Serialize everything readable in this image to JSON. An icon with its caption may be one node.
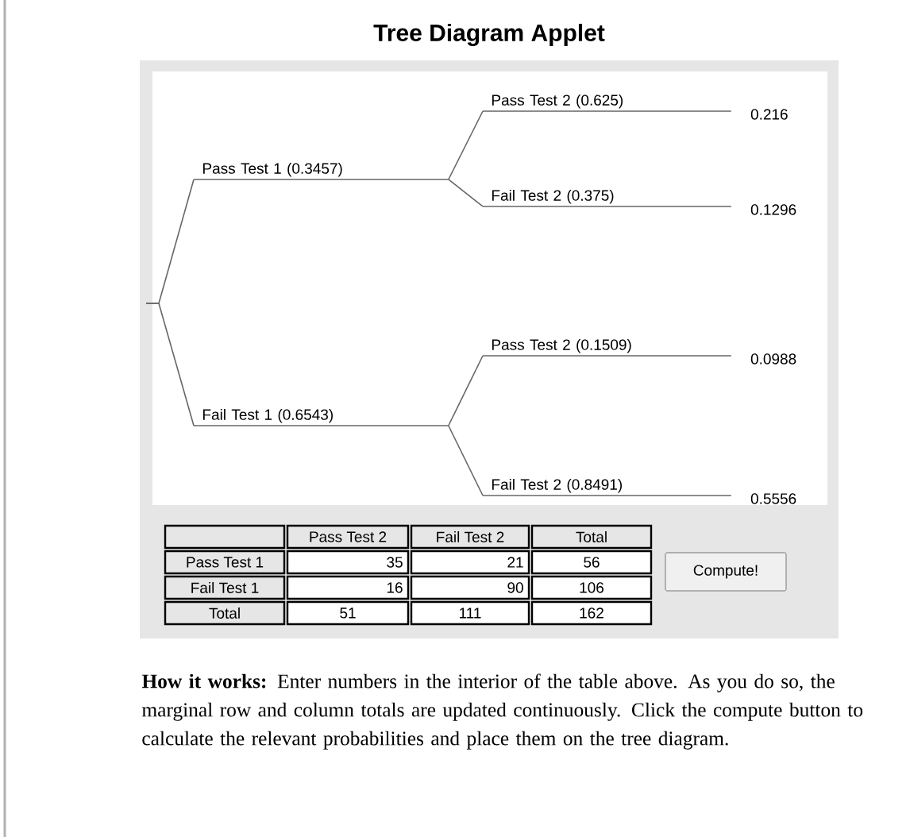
{
  "diagram": {
    "title": "Tree Diagram Applet",
    "caption": "**How it works:** Enter numbers in the interior of the table above. As you do so, the marginal row and column totals are updated continuously. Click the compute button to calculate the relevant probabilities and place them on the tree diagram.",
    "nodes": [
      {
        "text": [
          "Pass Test 1  (0.3457)"
        ]
      },
      {
        "text": [
          "Fail Test 1  (0.6543)"
        ]
      },
      {
        "text": [
          "Pass Test 2  (0.625)"
        ],
        "beside": [
          "0.216"
        ]
      },
      {
        "text": [
          "Fail Test 2  (0.375)"
        ],
        "beside": [
          "0.1296"
        ]
      },
      {
        "text": [
          "Pass Test 2  (0.1509)"
        ],
        "beside": [
          "0.0988"
        ]
      },
      {
        "text": [
          "Fail Test 2  (0.8491)"
        ],
        "beside": [
          "0.5556"
        ]
      }
    ],
    "edges": [
      {
        "from": null,
        "to": 0,
        "arrow": "none"
      },
      {
        "from": null,
        "to": 1,
        "arrow": "none"
      },
      {
        "from": 0,
        "to": 2,
        "arrow": "none"
      },
      {
        "from": 0,
        "to": 3,
        "arrow": "none"
      },
      {
        "from": 1,
        "to": 4,
        "arrow": "none"
      },
      {
        "from": 1,
        "to": 5,
        "arrow": "none"
      }
    ],
    "labels": [
      "Pass Test 2",
      "Fail Test 2",
      "Total",
      "Pass Test 1",
      "35",
      "21",
      "56",
      "Fail Test 1",
      "16",
      "90",
      "106",
      "Total",
      "51",
      "111",
      "162",
      "Compute!"
    ]
  }
}
